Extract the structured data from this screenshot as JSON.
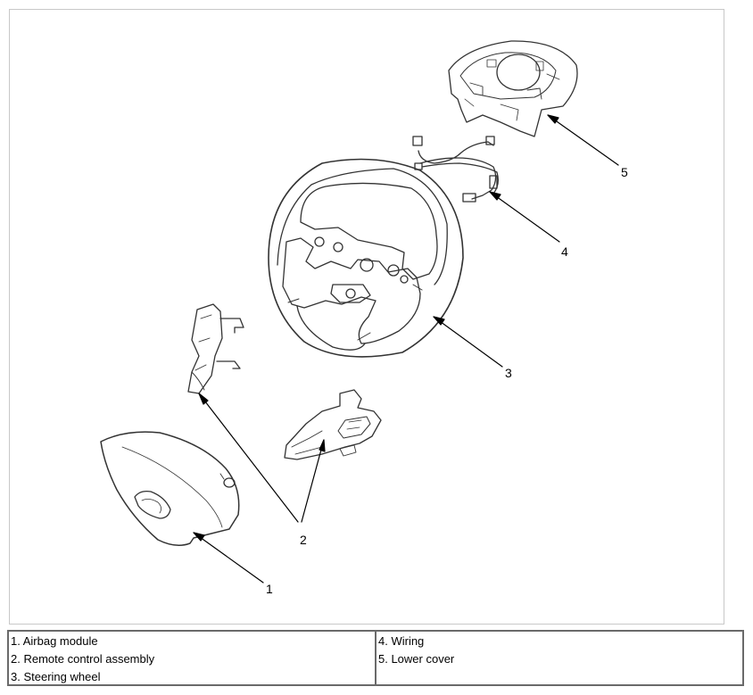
{
  "figure": {
    "callouts": [
      "1",
      "2",
      "3",
      "4",
      "5"
    ]
  },
  "legend": {
    "left": [
      "1. Airbag module",
      "2. Remote control assembly",
      "3. Steering wheel"
    ],
    "right": [
      "4. Wiring",
      "5. Lower cover"
    ]
  }
}
